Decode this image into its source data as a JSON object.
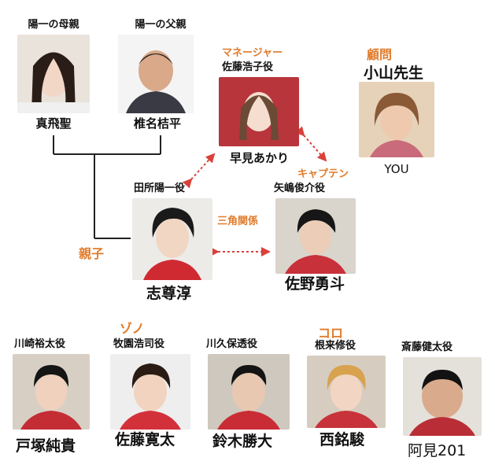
{
  "colors": {
    "accent": "#e07b2a",
    "arrow": "#d9413a",
    "line": "#222222"
  },
  "labels": {
    "relation_oyako": "親子",
    "relation_sankaku": "三角関係"
  },
  "people": [
    {
      "id": "mother",
      "role": "陽一の母親",
      "actor": "真飛聖",
      "tag": ""
    },
    {
      "id": "father",
      "role": "陽一の父親",
      "actor": "椎名桔平",
      "tag": ""
    },
    {
      "id": "manager",
      "role": "佐藤浩子役",
      "actor": "早見あかり",
      "tag": "マネージャー"
    },
    {
      "id": "advisor",
      "role": "小山先生",
      "actor": "YOU",
      "tag": "顧問"
    },
    {
      "id": "yoichi",
      "role": "田所陽一役",
      "actor": "志尊淳",
      "tag": ""
    },
    {
      "id": "shunsuke",
      "role": "矢嶋俊介役",
      "actor": "佐野勇斗",
      "tag": "キャプテン"
    },
    {
      "id": "yuta",
      "role": "川崎裕太役",
      "actor": "戸塚純貴",
      "tag": ""
    },
    {
      "id": "koji",
      "role": "牧園浩司役",
      "actor": "佐藤寛太",
      "tag": "ゾノ"
    },
    {
      "id": "kawakubo",
      "role": "川久保透役",
      "actor": "鈴木勝大",
      "tag": ""
    },
    {
      "id": "shu",
      "role": "根来修役",
      "actor": "西銘駿",
      "tag": "コロ"
    },
    {
      "id": "kenta",
      "role": "斎藤健太役",
      "actor": "阿見201",
      "tag": ""
    }
  ]
}
